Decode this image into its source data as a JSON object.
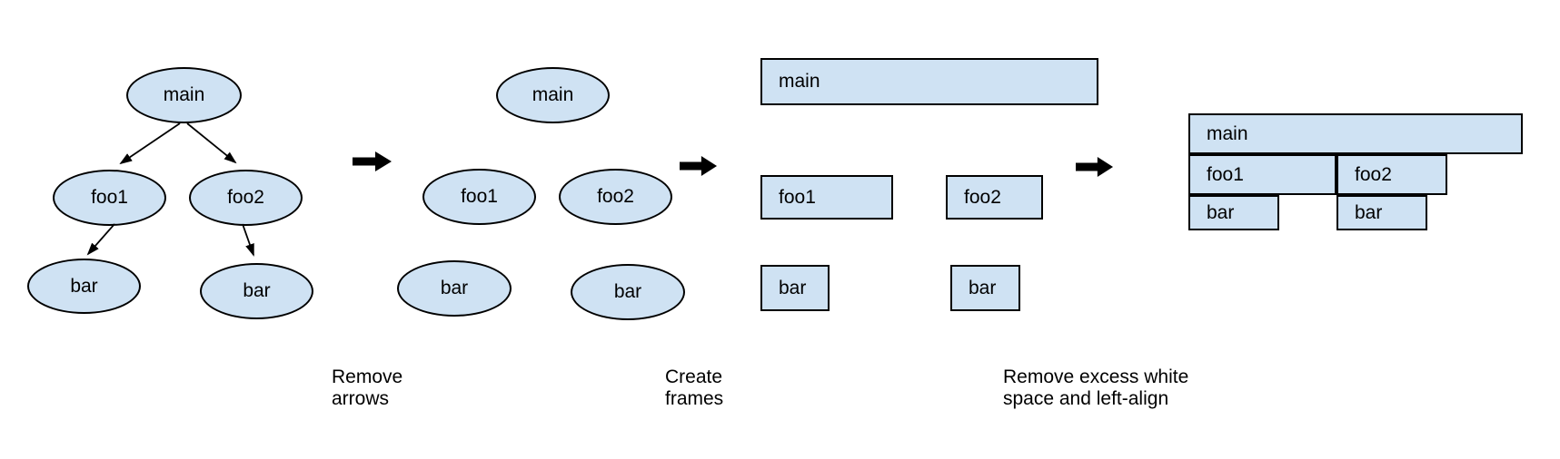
{
  "colors": {
    "background": "#ffffff",
    "node_fill": "#cfe2f3",
    "node_border": "#000000",
    "edge": "#000000",
    "arrow": "#000000",
    "text": "#000000"
  },
  "stages": [
    {
      "id": "call-tree",
      "nodes": {
        "main": "main",
        "foo1": "foo1",
        "foo2": "foo2",
        "bar1": "bar",
        "bar2": "bar"
      }
    },
    {
      "id": "ellipses-no-arrows",
      "nodes": {
        "main": "main",
        "foo1": "foo1",
        "foo2": "foo2",
        "bar1": "bar",
        "bar2": "bar"
      }
    },
    {
      "id": "frames",
      "nodes": {
        "main": "main",
        "foo1": "foo1",
        "foo2": "foo2",
        "bar1": "bar",
        "bar2": "bar"
      }
    },
    {
      "id": "flame-graph",
      "nodes": {
        "main": "main",
        "foo1": "foo1",
        "foo2": "foo2",
        "bar1": "bar",
        "bar2": "bar"
      }
    }
  ],
  "captions": [
    {
      "lines": [
        "Remove",
        "arrows"
      ]
    },
    {
      "lines": [
        "Create",
        "frames"
      ]
    },
    {
      "lines": [
        "Remove excess white",
        "space and left-align"
      ]
    }
  ]
}
